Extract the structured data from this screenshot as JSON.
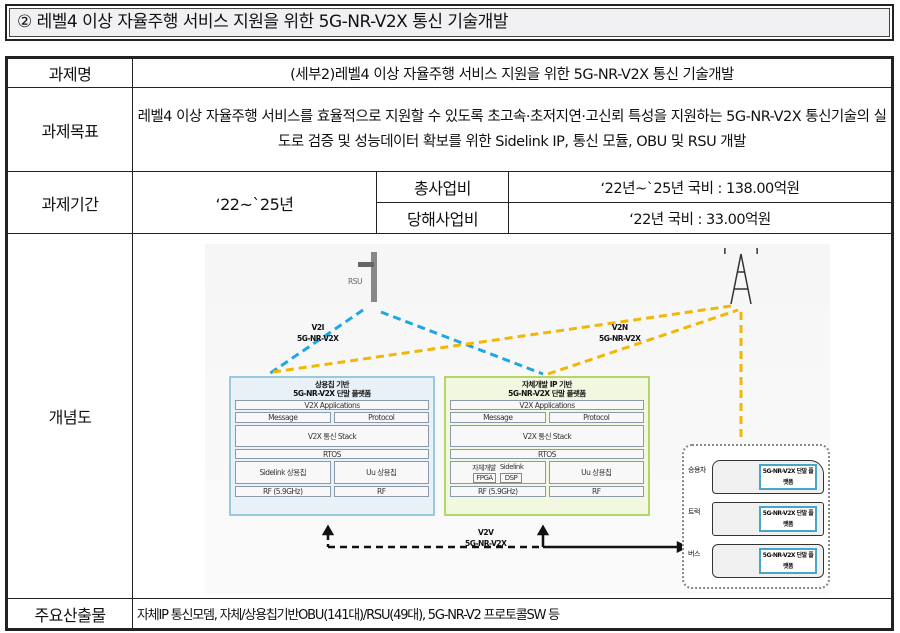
{
  "title": "② 레벨4 이상 자율주행 서비스 지원을 위한 5G-NR-V2X 통신 기술개발",
  "table": {
    "name_label": "과제명",
    "name_value": "(세부2)레벨4 이상 자율주행 서비스 지원을 위한 5G-NR-V2X 통신 기술개발",
    "goal_label": "과제목표",
    "goal_value": "레벨4 이상 자율주행 서비스를 효율적으로 지원할 수 있도록 초고속·초저지연·고신뢰 특성을 지원하는 5G-NR-V2X 통신기술의 실도로 검증 및 성능데이터 확보를 위한 Sidelink IP, 통신 모듈, OBU 및 RSU 개발",
    "period_label": "과제기간",
    "period_value": "‘22~`25년",
    "total_budget_label": "총사업비",
    "total_budget_value": "‘22년~`25년 국비 : 138.00억원",
    "year_budget_label": "당해사업비",
    "year_budget_value": "‘22년 국비 : 33.00억원",
    "concept_label": "개념도",
    "output_label": "주요산출물",
    "output_value": "자체IP 통신모뎀, 자체/상용칩기반OBU(141대)/RSU(49대), 5G-NR-V2 프로토콜SW 등"
  },
  "diagram": {
    "rsu": "RSU",
    "v2i": "V2I",
    "v2n": "V2N",
    "v2v": "V2V",
    "nr": "5G-NR-V2X",
    "left_title1": "상용칩 기반",
    "left_title2": "5G-NR-V2X 단말 플랫폼",
    "right_title1": "자체개발 IP 기반",
    "right_title2": "5G-NR-V2X 단말 플랫폼",
    "apps": "V2X Applications",
    "message": "Message",
    "protocol": "Protocol",
    "stack": "V2X 통신 Stack",
    "rtos": "RTOS",
    "sidelink_chip": "Sidelink 상용칩",
    "uu_chip": "Uu 상용칩",
    "rf59": "RF (5.9GHz)",
    "rf": "RF",
    "own_dev": "자체개발",
    "sidelink": "Sidelink",
    "fpga": "FPGA",
    "dsp": "DSP",
    "vehicles": [
      "승용차",
      "트럭",
      "버스"
    ],
    "vehicle_tag": "5G-NR-V2X 단말 플랫폼",
    "colors": {
      "v2i": "#1ea7e4",
      "v2n": "#f2b705"
    }
  }
}
